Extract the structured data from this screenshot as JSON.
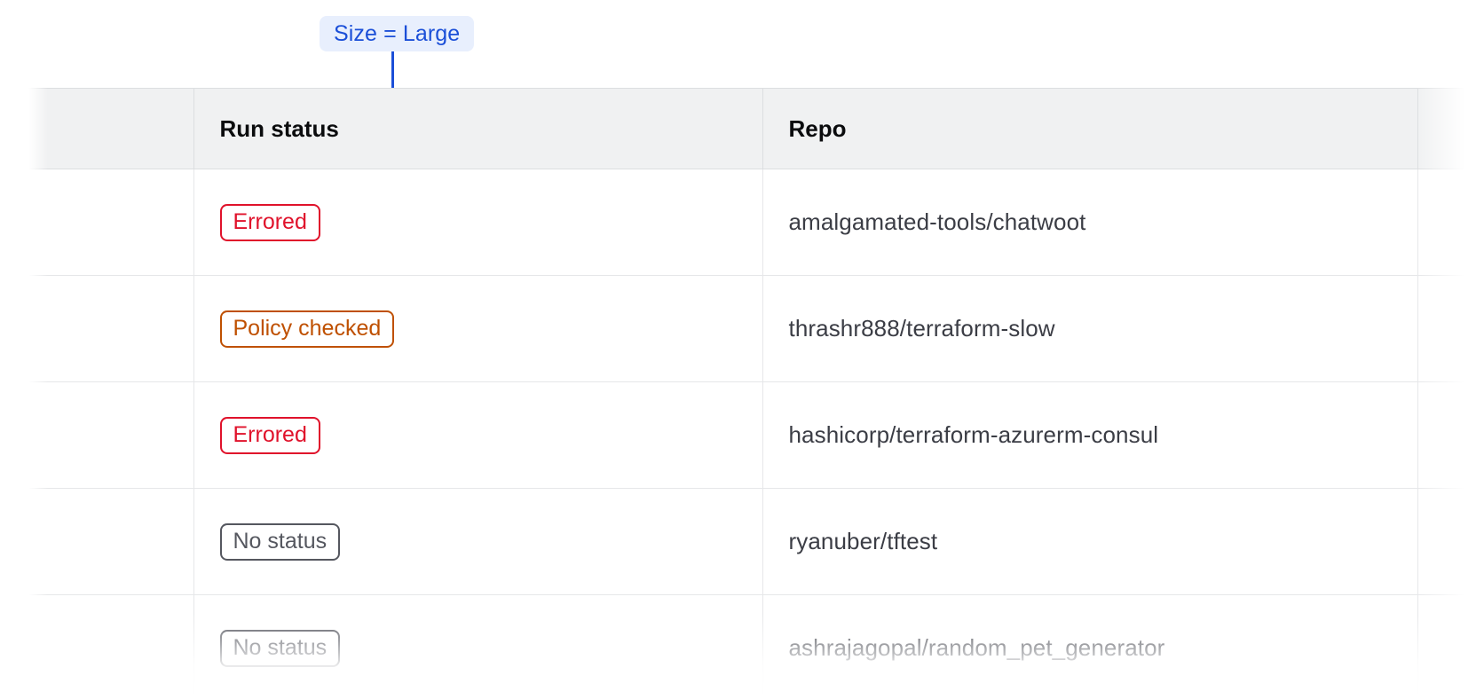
{
  "annotation": {
    "label": "Size = Large",
    "accent_color": "#1b4fd8",
    "badge_background": "#e8effd",
    "connector": "vertical-line-with-dot"
  },
  "table": {
    "columns": [
      {
        "key": "select",
        "label": ""
      },
      {
        "key": "run_status",
        "label": "Run status"
      },
      {
        "key": "repo",
        "label": "Repo"
      },
      {
        "key": "tail",
        "label": ""
      }
    ],
    "header_background": "#f0f1f2",
    "border_color": "#dcdee0",
    "rows": [
      {
        "run_status": "Errored",
        "status_variant": "errored",
        "status_color": "#e0122b",
        "repo": "amalgamated-tools/chatwoot",
        "faded": false
      },
      {
        "run_status": "Policy checked",
        "status_variant": "policy-checked",
        "status_color": "#bf5000",
        "repo": "thrashr888/terraform-slow",
        "faded": false
      },
      {
        "run_status": "Errored",
        "status_variant": "errored",
        "status_color": "#e0122b",
        "repo": "hashicorp/terraform-azurerm-consul",
        "faded": false
      },
      {
        "run_status": "No status",
        "status_variant": "no-status",
        "status_color": "#55575f",
        "repo": "ryanuber/tftest",
        "faded": false
      },
      {
        "run_status": "No status",
        "status_variant": "no-status",
        "status_color": "#55575f",
        "repo": "ashrajagopal/random_pet_generator",
        "faded": true
      }
    ]
  }
}
